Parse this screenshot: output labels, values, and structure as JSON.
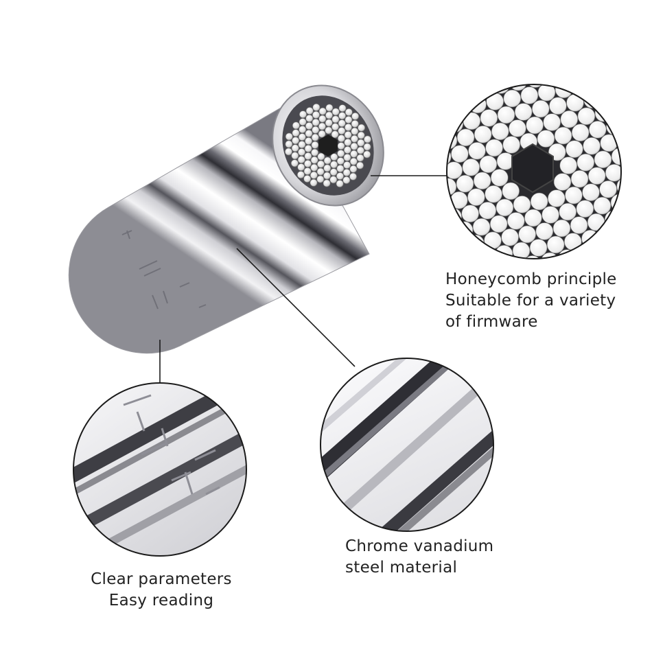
{
  "captions": {
    "honeycomb": {
      "line1": "Honeycomb principle",
      "line2": "Suitable for a variety",
      "line3": "of firmware"
    },
    "chrome": {
      "line1": "Chrome vanadium",
      "line2": "steel material"
    },
    "parameters": {
      "line1": "Clear parameters",
      "line2": "Easy reading"
    }
  },
  "colors": {
    "background": "#ffffff",
    "chrome_light": "#f4f4f6",
    "chrome_dark": "#3a3a40",
    "pin": "#e6e6e6",
    "hex_core": "#1e1e1e",
    "leader_line": "#1a1a1a"
  }
}
